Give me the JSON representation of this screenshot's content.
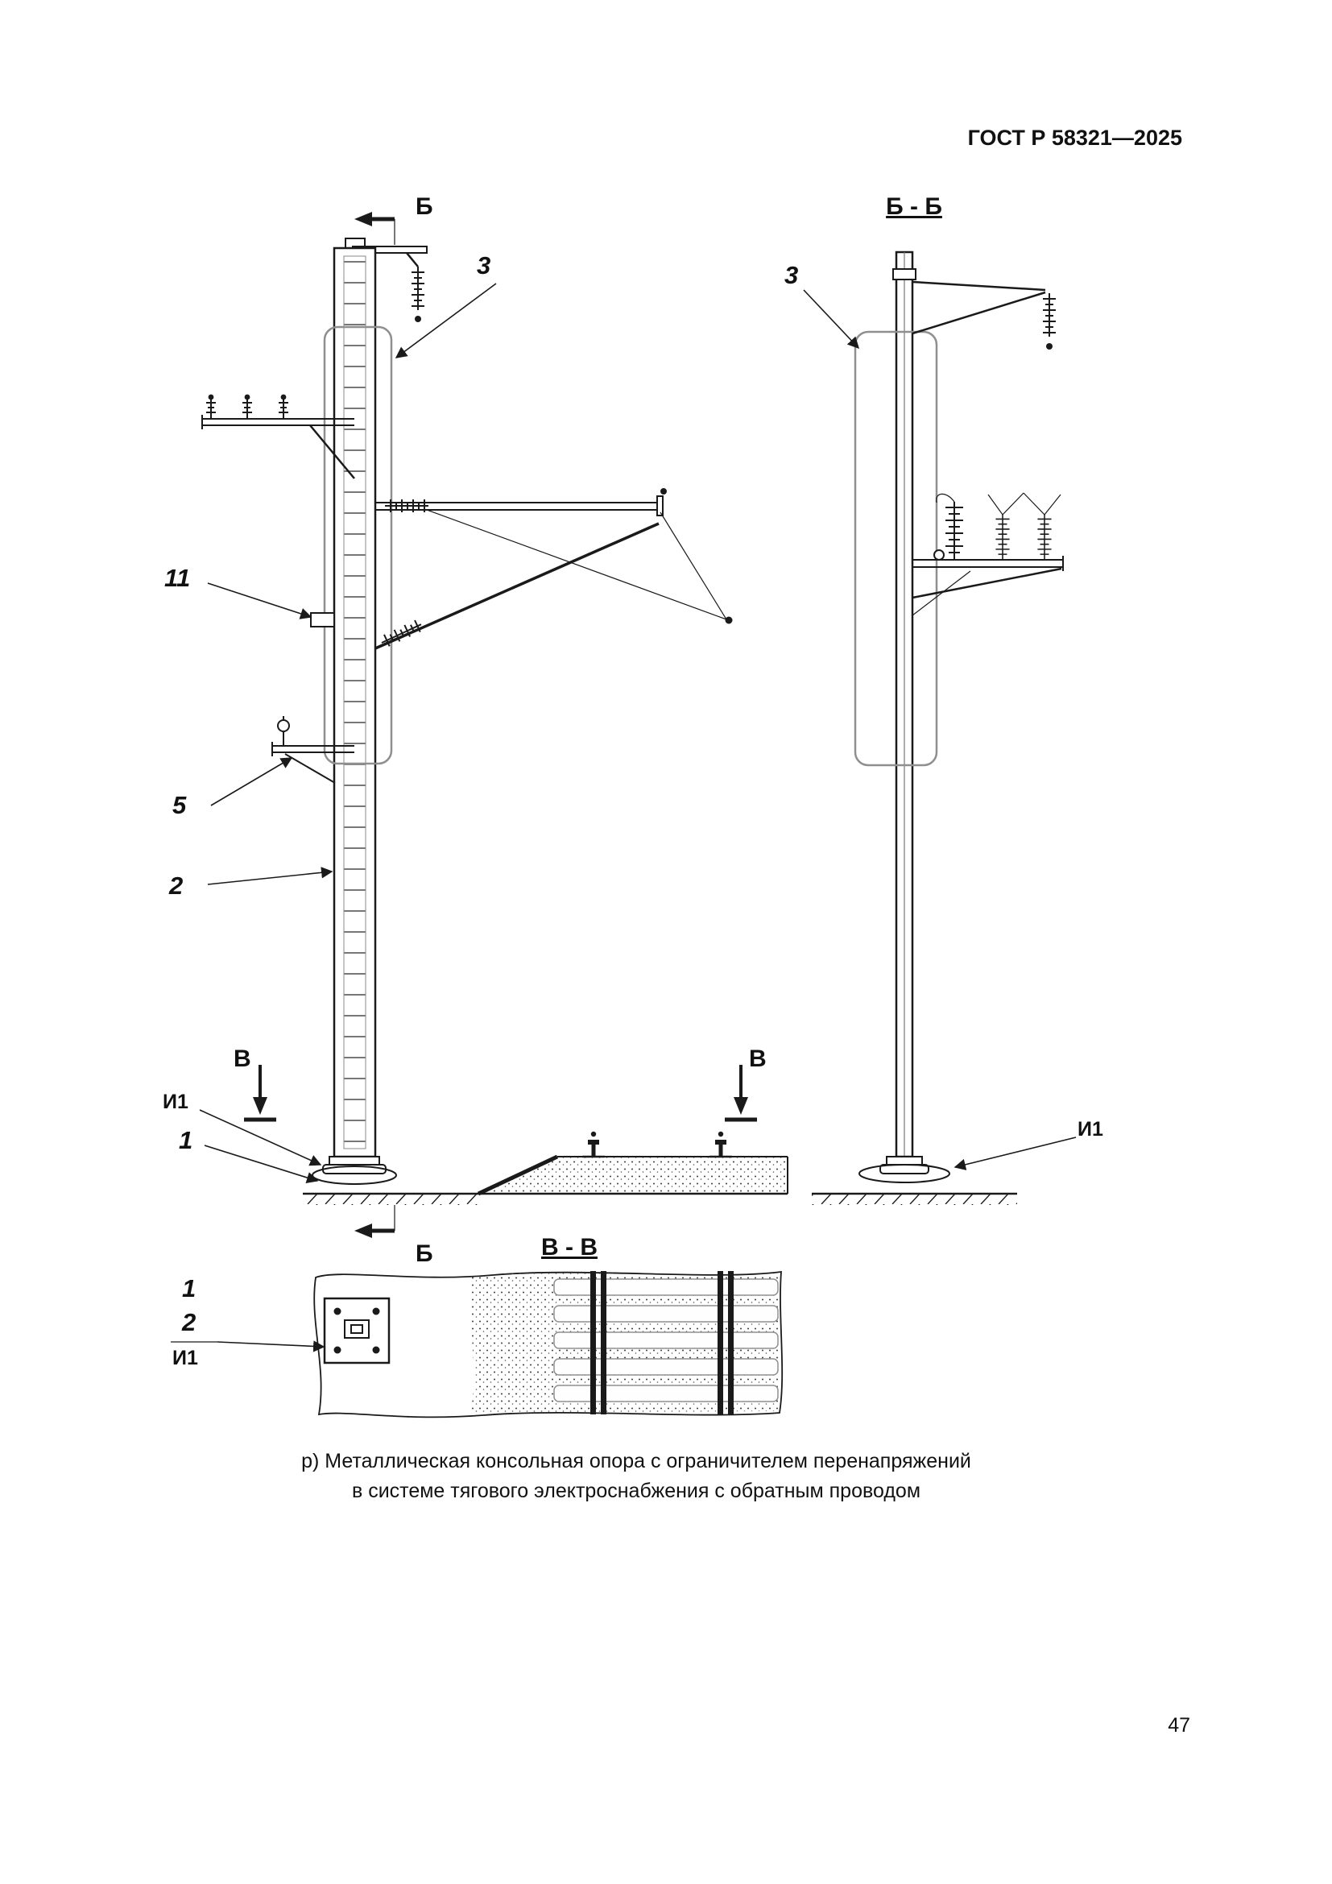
{
  "page": {
    "header": "ГОСТ Р 58321—2025",
    "page_number": "47"
  },
  "figure": {
    "caption_line1": "р) Металлическая консольная опора с ограничителем перенапряжений",
    "caption_line2": "в системе тягового электроснабжения с обратным проводом"
  },
  "section_marks": {
    "b_top": "Б",
    "b_bottom": "Б",
    "bb_title": "Б - Б",
    "v_left": "В",
    "v_right": "В",
    "vv_title": "В - В"
  },
  "part_labels": {
    "n3_front": "3",
    "n3_section": "3",
    "n11": "11",
    "n5": "5",
    "n2": "2",
    "n1": "1",
    "i1_front": "И1",
    "i1_section": "И1",
    "plan_n1": "1",
    "plan_n2": "2",
    "plan_i1": "И1"
  }
}
